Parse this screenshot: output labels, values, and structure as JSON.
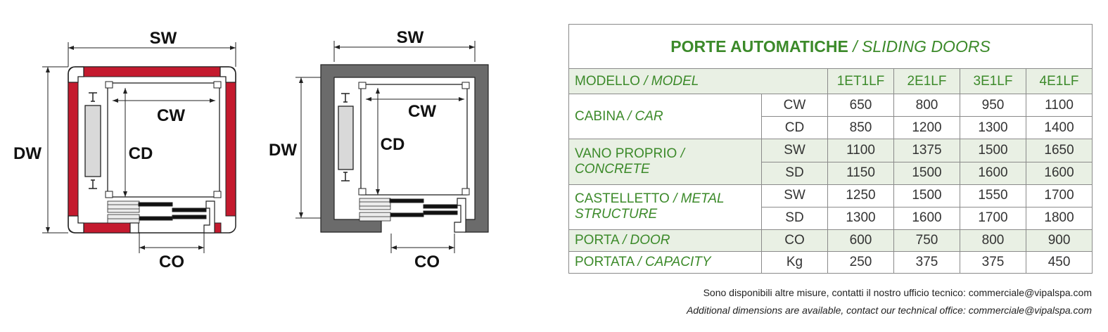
{
  "drawings": [
    {
      "sw": "SW",
      "dw": "DW",
      "cw": "CW",
      "cd": "CD",
      "co": "CO",
      "wall_color": "#c41a2e"
    },
    {
      "sw": "SW",
      "dw": "DW",
      "cw": "CW",
      "cd": "CD",
      "co": "CO",
      "wall_color": "#6b6b6b"
    }
  ],
  "table": {
    "title_it": "PORTE AUTOMATICHE",
    "title_en": "/ SLIDING DOORS",
    "header": {
      "label_it": "MODELLO",
      "label_en": "/ MODEL",
      "models": [
        "1ET1LF",
        "2E1LF",
        "3E1LF",
        "4E1LF"
      ]
    },
    "groups": [
      {
        "label_it": "CABINA",
        "label_en": "/ CAR",
        "rows": [
          {
            "unit": "CW",
            "values": [
              "650",
              "800",
              "950",
              "1100"
            ]
          },
          {
            "unit": "CD",
            "values": [
              "850",
              "1200",
              "1300",
              "1400"
            ]
          }
        ]
      },
      {
        "label_it": "VANO PROPRIO",
        "label_en": "/ CONCRETE",
        "rows": [
          {
            "unit": "SW",
            "values": [
              "1100",
              "1375",
              "1500",
              "1650"
            ]
          },
          {
            "unit": "SD",
            "values": [
              "1150",
              "1500",
              "1600",
              "1600"
            ]
          }
        ]
      },
      {
        "label_it": "CASTELLETTO",
        "label_en": "/ METAL STRUCTURE",
        "rows": [
          {
            "unit": "SW",
            "values": [
              "1250",
              "1500",
              "1550",
              "1700"
            ]
          },
          {
            "unit": "SD",
            "values": [
              "1300",
              "1600",
              "1700",
              "1800"
            ]
          }
        ]
      },
      {
        "label_it": "PORTA",
        "label_en": "/ DOOR",
        "rows": [
          {
            "unit": "CO",
            "values": [
              "600",
              "750",
              "800",
              "900"
            ]
          }
        ]
      },
      {
        "label_it": "PORTATA",
        "label_en": "/ CAPACITY",
        "rows": [
          {
            "unit": "Kg",
            "values": [
              "250",
              "375",
              "375",
              "450"
            ]
          }
        ]
      }
    ]
  },
  "notes": {
    "line1": "Sono disponibili altre misure, contatti il nostro ufficio tecnico: commerciale@vipalspa.com",
    "line2": "Additional dimensions are available, contact our technical office: commerciale@vipalspa.com"
  },
  "colors": {
    "accent_green": "#3c8a2a",
    "row_shade": "#e9f0e4"
  }
}
